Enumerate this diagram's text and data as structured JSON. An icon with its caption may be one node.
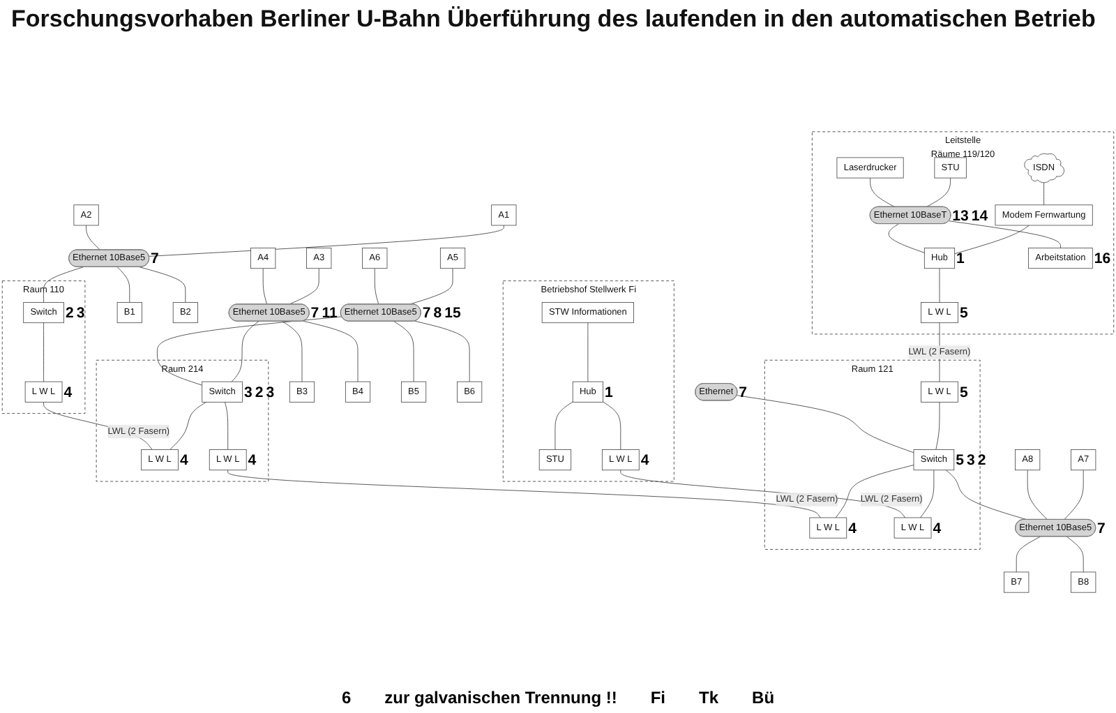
{
  "diagram": {
    "title": "Forschungsvorhaben Berliner U-Bahn Überführung des laufenden in den automatischen Betrieb",
    "nodes": [
      {
        "text": [
          "Betriebshof Stellwerk Fi"
        ]
      },
      {
        "text": [
          "STW Informationen"
        ],
        "in": 0
      },
      {
        "text": [
          "Hub"
        ],
        "beside": [
          "1"
        ],
        "in": 0
      },
      {
        "text": [
          "STU"
        ],
        "in": 0
      },
      {
        "text": [
          "L W L"
        ],
        "beside": [
          "4"
        ],
        "in": 0
      },
      {
        "text": [
          "Leitstelle",
          "Räume 119/120"
        ]
      },
      {
        "text": [
          "ISDN"
        ],
        "in": 5
      },
      {
        "text": [
          "Modem Fernwartung"
        ],
        "in": 5
      },
      {
        "text": [
          "STU"
        ],
        "in": 5
      },
      {
        "text": [
          "Laserdrucker"
        ],
        "in": 5
      },
      {
        "text": [
          "Ethernet 10BaseT"
        ],
        "beside": [
          "13",
          "14"
        ],
        "in": 5
      },
      {
        "text": [
          "Hub"
        ],
        "beside": [
          "1"
        ],
        "in": 5
      },
      {
        "text": [
          "Arbeitstation"
        ],
        "beside": [
          "16"
        ],
        "in": 5
      },
      {
        "text": [
          "L W L"
        ],
        "beside": [
          "5"
        ],
        "in": 5
      },
      {
        "text": [
          "Raum 110"
        ]
      },
      {
        "text": [
          "Switch"
        ],
        "beside": [
          "2",
          "3"
        ],
        "in": 14
      },
      {
        "text": [
          "L W L"
        ],
        "beside": [
          "4"
        ],
        "in": 14
      },
      {
        "text": [
          "Ethernet 10Base5"
        ],
        "beside": [
          "7"
        ]
      },
      {
        "text": [
          "A1"
        ]
      },
      {
        "text": [
          "B1"
        ]
      },
      {
        "text": [
          "A2"
        ]
      },
      {
        "text": [
          "B2"
        ]
      },
      {
        "text": [
          "A3"
        ]
      },
      {
        "text": [
          "B3"
        ]
      },
      {
        "text": [
          "A4"
        ]
      },
      {
        "text": [
          "B4"
        ]
      },
      {
        "text": [
          "Ethernet 10Base5"
        ],
        "beside": [
          "7",
          "11"
        ]
      },
      {
        "text": [
          "Raum 214"
        ]
      },
      {
        "text": [
          "Switch"
        ],
        "beside": [
          "3",
          "2",
          "3"
        ],
        "in": 27
      },
      {
        "text": [
          "L W L"
        ],
        "beside": [
          "4"
        ],
        "in": 27
      },
      {
        "text": [
          "L W L"
        ],
        "beside": [
          "4"
        ],
        "in": 27
      },
      {
        "text": [
          "Ethernet 10Base5"
        ],
        "beside": [
          "7",
          "8",
          "15"
        ]
      },
      {
        "text": [
          "A5"
        ]
      },
      {
        "text": [
          "B5"
        ]
      },
      {
        "text": [
          "A6"
        ]
      },
      {
        "text": [
          "B6"
        ]
      },
      {
        "text": [
          "A7"
        ]
      },
      {
        "text": [
          "B7"
        ]
      },
      {
        "text": [
          "A8"
        ]
      },
      {
        "text": [
          "B8"
        ]
      },
      {
        "text": [
          "Ethernet 10Base5"
        ],
        "beside": [
          "7"
        ]
      },
      {
        "text": [
          "Raum 121"
        ]
      },
      {
        "text": [
          "L W L"
        ],
        "beside": [
          "5"
        ],
        "in": 41
      },
      {
        "text": [
          "Switch"
        ],
        "beside": [
          "5",
          "3",
          "2"
        ],
        "in": 41
      },
      {
        "text": [
          "L W L"
        ],
        "beside": [
          "4"
        ],
        "in": 41
      },
      {
        "text": [
          "L W L"
        ],
        "beside": [
          "4"
        ],
        "in": 41
      },
      {
        "text": [
          "Ethernet"
        ],
        "beside": [
          "7"
        ]
      }
    ],
    "edges": [
      {
        "from": 1,
        "to": 2,
        "arrow": "none"
      },
      {
        "from": 2,
        "to": 3,
        "arrow": "none"
      },
      {
        "from": 2,
        "to": 4,
        "arrow": "none"
      },
      {
        "from": 6,
        "to": 7,
        "arrow": "none"
      },
      {
        "from": 7,
        "to": 11,
        "arrow": "none"
      },
      {
        "from": 8,
        "to": 10,
        "arrow": "none"
      },
      {
        "from": 9,
        "to": 10,
        "arrow": "none"
      },
      {
        "from": 10,
        "to": 11,
        "arrow": "none"
      },
      {
        "from": 10,
        "to": 12,
        "arrow": "none"
      },
      {
        "from": 11,
        "to": 13,
        "arrow": "none"
      },
      {
        "from": 13,
        "to": 42,
        "arrow": "none",
        "label": "LWL (2 Fasern)"
      },
      {
        "from": 15,
        "to": 16,
        "arrow": "none"
      },
      {
        "from": 17,
        "to": 15,
        "arrow": "none"
      },
      {
        "from": 18,
        "to": 17,
        "arrow": "none"
      },
      {
        "from": 17,
        "to": 19,
        "arrow": "none"
      },
      {
        "from": 20,
        "to": 17,
        "arrow": "none"
      },
      {
        "from": 17,
        "to": 21,
        "arrow": "none"
      },
      {
        "from": 22,
        "to": 26,
        "arrow": "none"
      },
      {
        "from": 26,
        "to": 23,
        "arrow": "none"
      },
      {
        "from": 24,
        "to": 26,
        "arrow": "none"
      },
      {
        "from": 26,
        "to": 25,
        "arrow": "none"
      },
      {
        "from": 26,
        "to": 28,
        "arrow": "none"
      },
      {
        "from": 28,
        "to": 29,
        "arrow": "none"
      },
      {
        "from": 28,
        "to": 30,
        "arrow": "none"
      },
      {
        "from": 31,
        "to": 28,
        "arrow": "none"
      },
      {
        "from": 32,
        "to": 31,
        "arrow": "none"
      },
      {
        "from": 31,
        "to": 33,
        "arrow": "none"
      },
      {
        "from": 34,
        "to": 31,
        "arrow": "none"
      },
      {
        "from": 31,
        "to": 35,
        "arrow": "none"
      },
      {
        "from": 36,
        "to": 40,
        "arrow": "none"
      },
      {
        "from": 40,
        "to": 37,
        "arrow": "none"
      },
      {
        "from": 38,
        "to": 40,
        "arrow": "none"
      },
      {
        "from": 40,
        "to": 39,
        "arrow": "none"
      },
      {
        "from": 43,
        "to": 40,
        "arrow": "none"
      },
      {
        "from": 42,
        "to": 43,
        "arrow": "none"
      },
      {
        "from": 43,
        "to": 44,
        "arrow": "none"
      },
      {
        "from": 43,
        "to": 45,
        "arrow": "none"
      },
      {
        "from": 46,
        "to": 43,
        "arrow": "none"
      },
      {
        "from": 16,
        "to": 29,
        "arrow": "none",
        "label": "LWL (2 Fasern)"
      },
      {
        "from": 30,
        "to": 44,
        "arrow": "none",
        "label": "LWL (2 Fasern)"
      },
      {
        "from": 4,
        "to": 45,
        "arrow": "none",
        "label": "LWL (2 Fasern)"
      }
    ],
    "labels": [
      "6",
      "zur galvanischen Trennung !!",
      "Fi",
      "Tk",
      "Bü"
    ]
  }
}
